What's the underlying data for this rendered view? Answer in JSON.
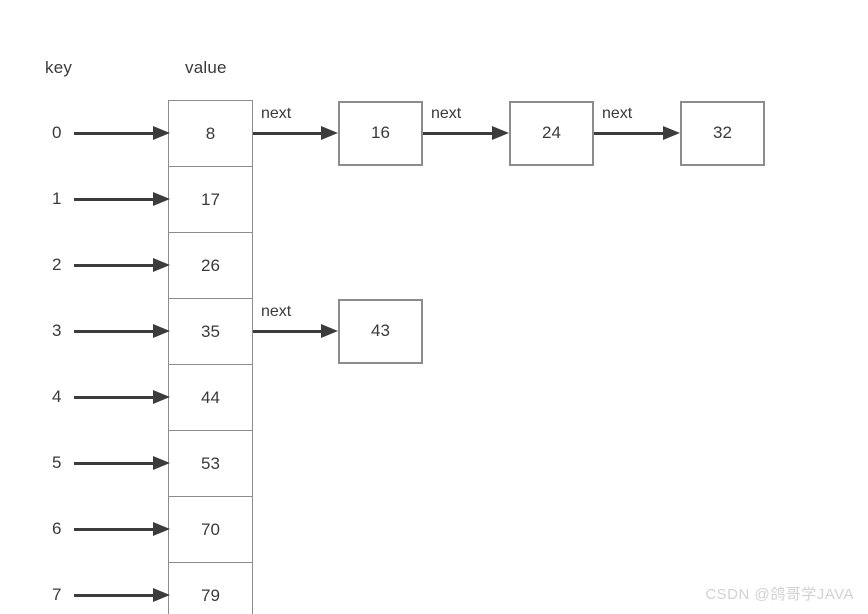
{
  "diagram": {
    "headers": {
      "key": "key",
      "value": "value"
    },
    "buckets": [
      {
        "key": "0",
        "value": "8"
      },
      {
        "key": "1",
        "value": "17"
      },
      {
        "key": "2",
        "value": "26"
      },
      {
        "key": "3",
        "value": "35"
      },
      {
        "key": "4",
        "value": "44"
      },
      {
        "key": "5",
        "value": "53"
      },
      {
        "key": "6",
        "value": "70"
      },
      {
        "key": "7",
        "value": "79"
      }
    ],
    "chains": [
      {
        "bucket_key": "0",
        "nodes": [
          {
            "value": "16",
            "link_label": "next"
          },
          {
            "value": "24",
            "link_label": "next"
          },
          {
            "value": "32",
            "link_label": "next"
          }
        ]
      },
      {
        "bucket_key": "3",
        "nodes": [
          {
            "value": "43",
            "link_label": "next"
          }
        ]
      }
    ],
    "colors": {
      "border": "#8c8c8c",
      "arrow": "#3c3c3c",
      "text": "#3a3a3a",
      "background": "#ffffff",
      "watermark": "#d2d2d2"
    }
  },
  "watermark": {
    "text": "CSDN @鸽哥学JAVA"
  }
}
